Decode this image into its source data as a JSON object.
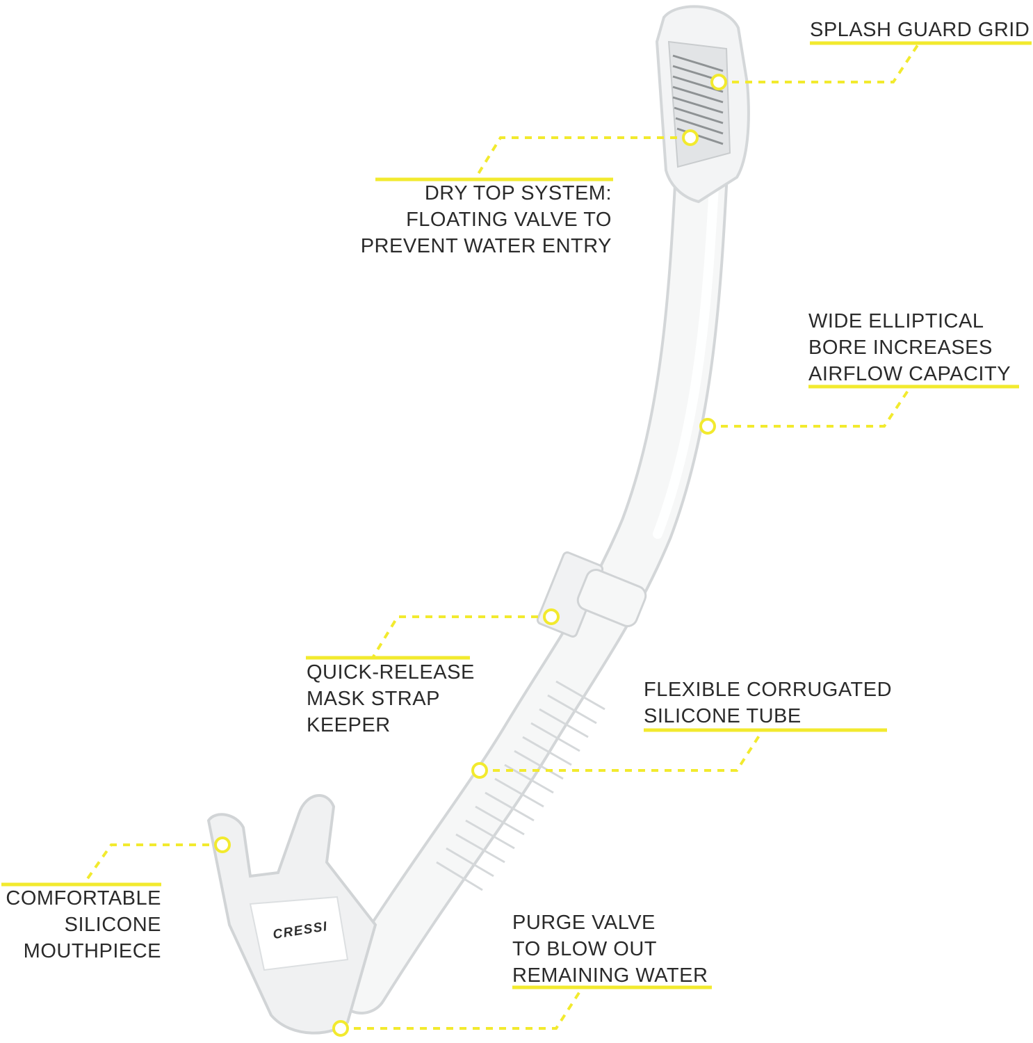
{
  "colors": {
    "accent": "#f2ea2e",
    "text": "#2a2a2a",
    "brand_logo_bg": "#ffffff"
  },
  "brand": {
    "logo": "CRESSI"
  },
  "callouts": {
    "splash_guard": {
      "lines": [
        "SPLASH GUARD GRID"
      ]
    },
    "dry_top": {
      "lines": [
        "DRY TOP SYSTEM:",
        "FLOATING VALVE TO",
        "PREVENT WATER ENTRY"
      ]
    },
    "elliptical_bore": {
      "lines": [
        "WIDE ELLIPTICAL",
        "BORE INCREASES",
        "AIRFLOW CAPACITY"
      ]
    },
    "strap_keeper": {
      "lines": [
        "QUICK-RELEASE",
        "MASK STRAP",
        "KEEPER"
      ]
    },
    "corrugated_tube": {
      "lines": [
        "FLEXIBLE CORRUGATED",
        "SILICONE TUBE"
      ]
    },
    "mouthpiece": {
      "lines": [
        "COMFORTABLE",
        "SILICONE",
        "MOUTHPIECE"
      ]
    },
    "purge_valve": {
      "lines": [
        "PURGE VALVE",
        "TO BLOW OUT",
        "REMAINING WATER"
      ]
    }
  }
}
